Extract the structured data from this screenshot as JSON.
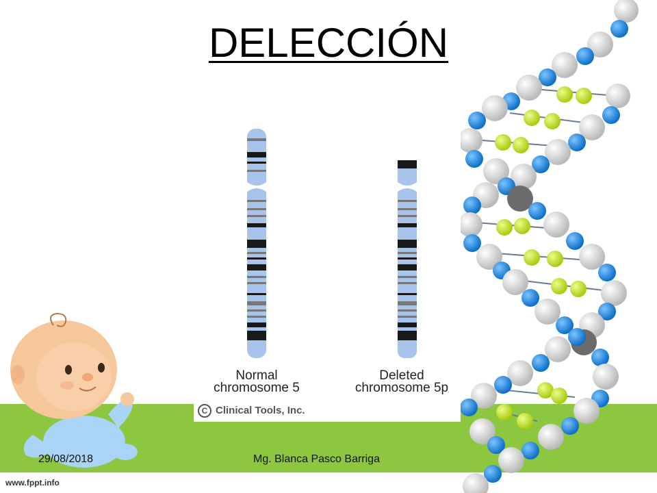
{
  "slide": {
    "title": "DELECCIÓN",
    "date": "29/08/2018",
    "author": "Mg. Blanca Pasco Barriga",
    "site": "www.fppt.info"
  },
  "figure": {
    "normal_label_1": "Normal",
    "normal_label_2": "chromosome 5",
    "deleted_label_1": "Deleted",
    "deleted_label_2": "chromosome 5p",
    "copyright": "Clinical Tools, Inc.",
    "copyright_symbol": "C"
  },
  "colors": {
    "background_band": "#8dc63f",
    "chromosome_light": "#a9c4ec",
    "chromosome_band_dark": "#1a1a1a",
    "chromosome_band_gray": "#777777",
    "dna_blue": "#1f8fe0",
    "dna_white": "#e8e8e8",
    "dna_green": "#c8e81a",
    "baby_skin": "#f7c79c",
    "baby_suit": "#a9d4f5"
  },
  "icons": {
    "dna": "dna-helix-illustration",
    "baby": "baby-illustration"
  }
}
